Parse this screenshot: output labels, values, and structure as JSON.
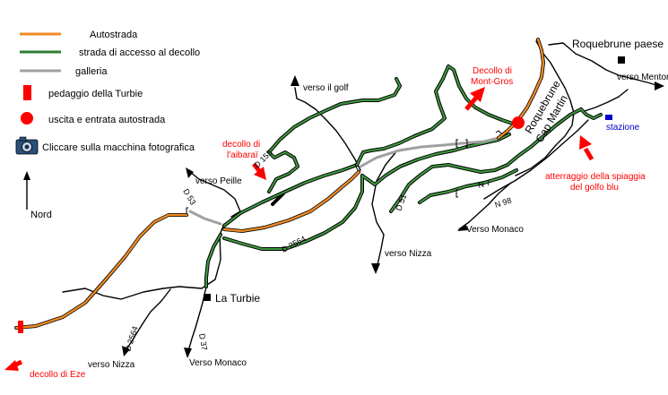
{
  "legend": {
    "autostrada": "Autostrada",
    "strada_accesso": "strada di accesso al decollo",
    "galleria": "galleria",
    "pedaggio": "pedaggio della Turbie",
    "uscita": "uscita e entrata autostrada",
    "camera_hint": "Cliccare sulla macchina fotografica"
  },
  "compass": {
    "label": "Nord"
  },
  "places": {
    "roquebrune_paese": "Roquebrune paese",
    "roquebrune_cap_martin_1": "Roquebrune",
    "roquebrune_cap_martin_2": "Cap Martin",
    "la_turbie": "La Turbie",
    "stazione": "stazione"
  },
  "directions": {
    "verso_il_golf": "verso il golf",
    "verso_peille": "verso Peille",
    "verso_mentone": "verso Mentone",
    "verso_nizza_center": "verso Nizza",
    "verso_monaco_right": "Verso Monaco",
    "verso_nizza_bottom": "verso Nizza",
    "verso_monaco_bottom": "Verso Monaco"
  },
  "road_labels": {
    "d153": "D 153",
    "d53": "D 53",
    "d2564_main": "D 2564",
    "d51": "D 51",
    "n7": "N 7",
    "n98": "N 98",
    "d2564_bottom": "D 2564",
    "d37": "D 37"
  },
  "sites": {
    "decollo_mont_gros_1": "Decollo di",
    "decollo_mont_gros_2": "Mont-Gros",
    "decollo_aibarai_1": "decollo di",
    "decollo_aibarai_2": "l'aibaraï",
    "atterraggio_1": "atterraggio della spiaggia",
    "atterraggio_2": "del golfo blu",
    "decollo_eze": "decollo di Eze"
  },
  "colors": {
    "autostrada": "#f08a24",
    "strada_accesso": "#2e7d32",
    "galleria": "#a0a0a0",
    "pedaggio": "#ff0000",
    "uscita": "#ff0000",
    "site_text": "#ff0000",
    "stazione": "#0000cc"
  },
  "icons": {
    "camera": "camera-icon",
    "compass": "north-arrow-icon"
  }
}
